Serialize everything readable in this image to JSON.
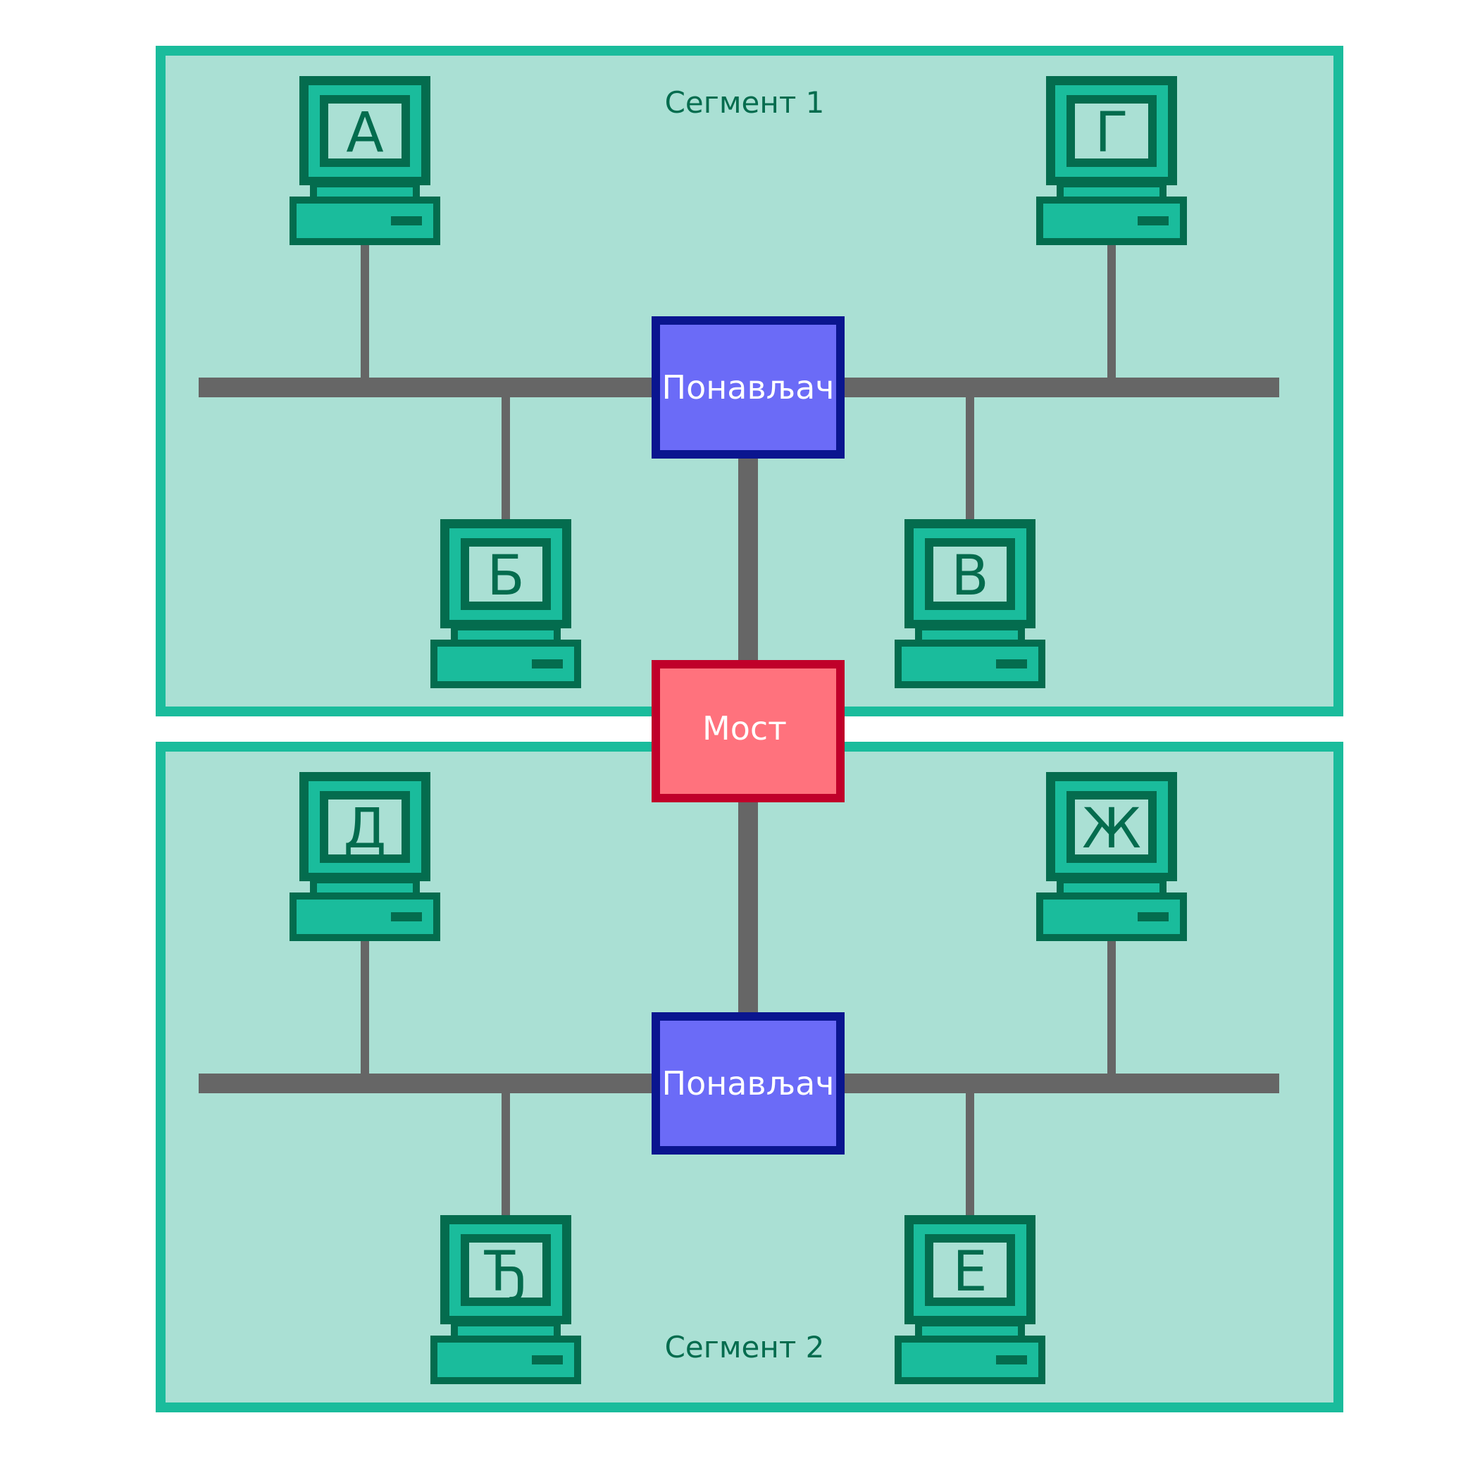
{
  "segments": [
    {
      "label": "Сегмент 1"
    },
    {
      "label": "Сегмент 2"
    }
  ],
  "repeaters": [
    {
      "label": "Понављач"
    },
    {
      "label": "Понављач"
    }
  ],
  "bridge": {
    "label": "Мост"
  },
  "computers": [
    {
      "letter": "А"
    },
    {
      "letter": "Б"
    },
    {
      "letter": "В"
    },
    {
      "letter": "Г"
    },
    {
      "letter": "Д"
    },
    {
      "letter": "Ђ"
    },
    {
      "letter": "Е"
    },
    {
      "letter": "Ж"
    }
  ],
  "colors": {
    "segment_fill": "#aae0d4",
    "segment_border": "#1abc9c",
    "pc_dark": "#046c4e",
    "pc_light": "#1abc9c",
    "cable": "#666666",
    "repeater_fill": "#6b6bf7",
    "repeater_border": "#0a158f",
    "bridge_fill": "#ff727d",
    "bridge_border": "#c0002a",
    "text_dark": "#046c4e",
    "text_light": "#ffffff"
  }
}
